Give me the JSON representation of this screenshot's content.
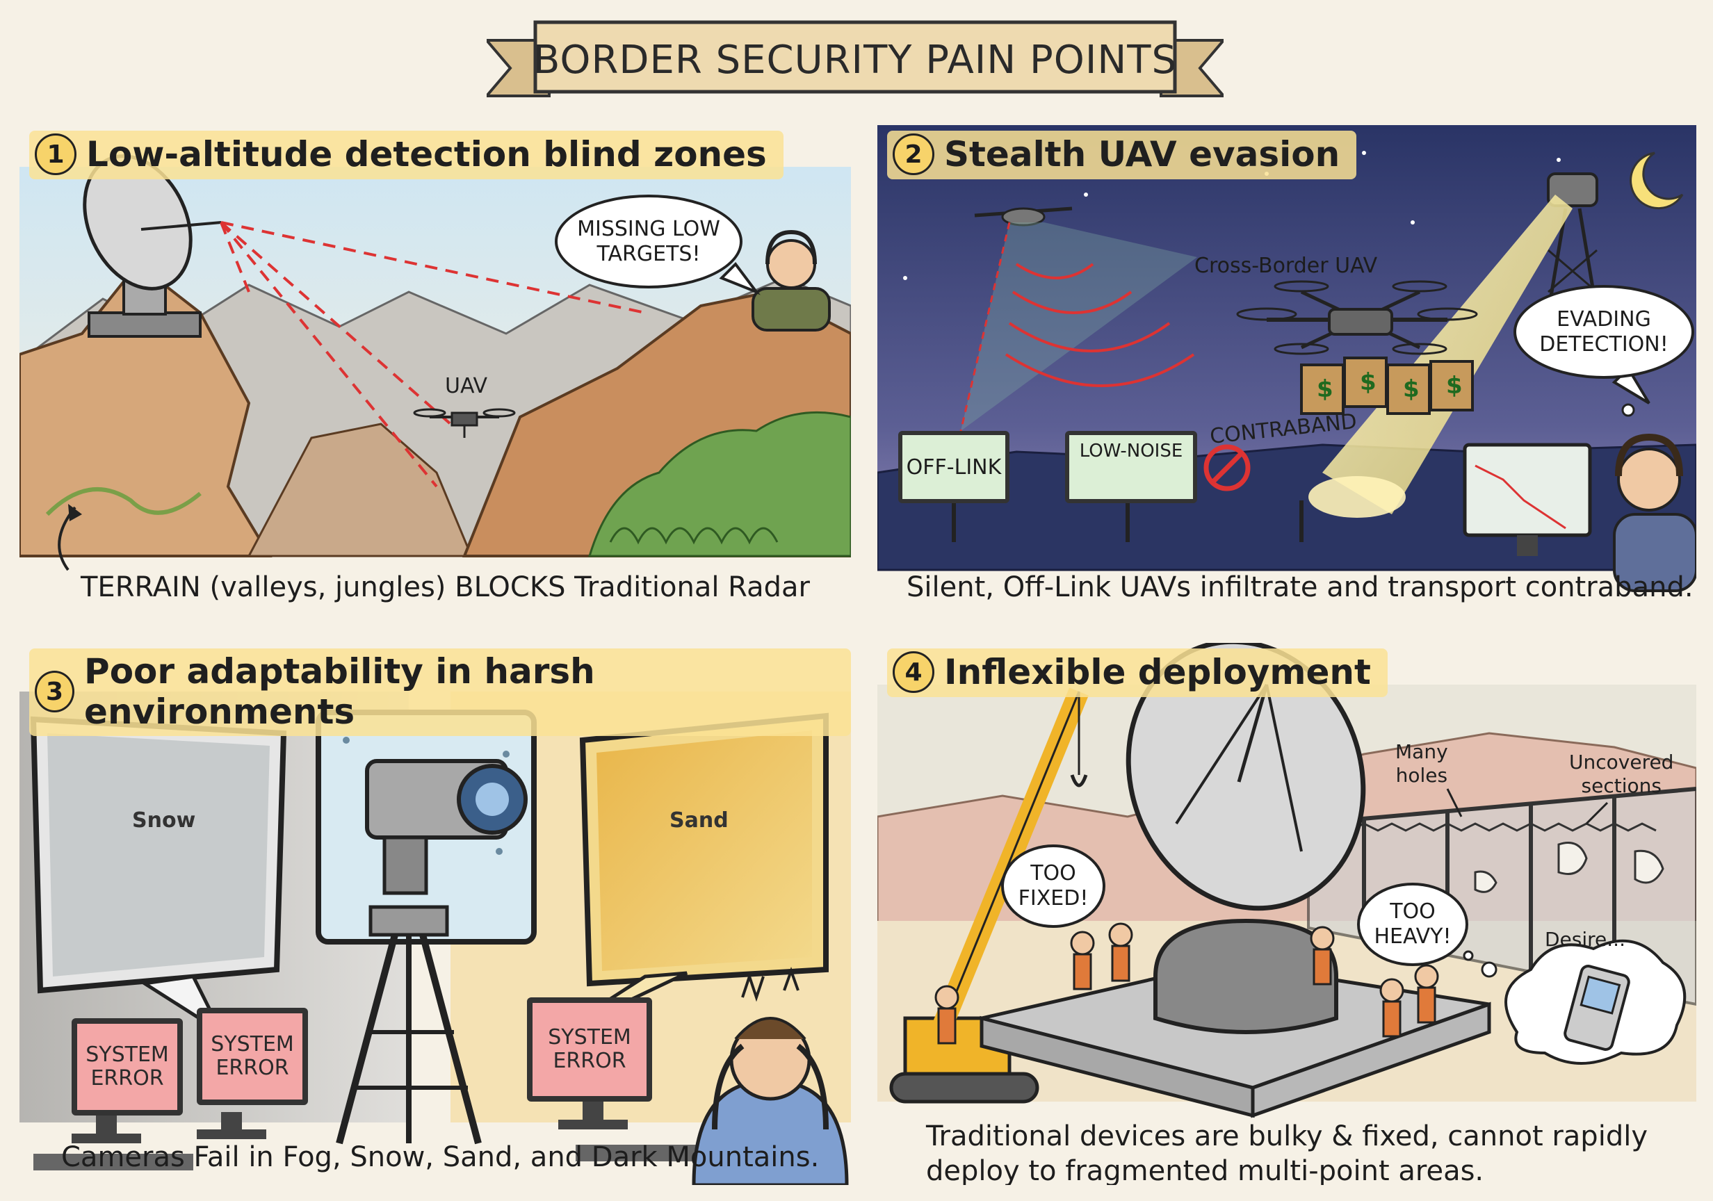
{
  "title": "BORDER SECURITY PAIN POINTS",
  "panels": [
    {
      "number": "1",
      "title": "Low-altitude detection blind zones",
      "bubble": "MISSING LOW\nTARGETS!",
      "uav_label": "UAV",
      "caption": "TERRAIN (valleys, jungles) BLOCKS Traditional Radar"
    },
    {
      "number": "2",
      "title": "Stealth UAV evasion",
      "uav_label": "Cross-Border UAV",
      "contraband_label": "CONTRABAND",
      "bubble": "EVADING\nDETECTION!",
      "sign_offlink": "OFF-LINK",
      "sign_lownoise": "LOW-NOISE",
      "money_symbol": "$",
      "caption": "Silent, Off-Link UAVs infiltrate and transport contraband."
    },
    {
      "number": "3",
      "title": "Poor adaptability in harsh environments",
      "screen_snow": "Snow",
      "screen_sand": "Sand",
      "error_text": "SYSTEM\nERROR",
      "caption": "Cameras Fail in Fog, Snow, Sand, and Dark Mountains."
    },
    {
      "number": "4",
      "title": "Inflexible deployment",
      "bubble_fixed": "TOO\nFIXED!",
      "bubble_heavy": "TOO\nHEAVY!",
      "label_holes": "Many\nholes",
      "label_uncovered": "Uncovered\nsections",
      "label_desire": "Desire...",
      "caption": "Traditional devices are bulky & fixed, cannot rapidly deploy to fragmented multi-point areas."
    }
  ],
  "colors": {
    "banner": "#e9d3a8",
    "heading_highlight": "#fae294",
    "night_sky": "#2f3a6b",
    "error_red": "#f3a7a7",
    "sign_green": "#dcefd6"
  }
}
